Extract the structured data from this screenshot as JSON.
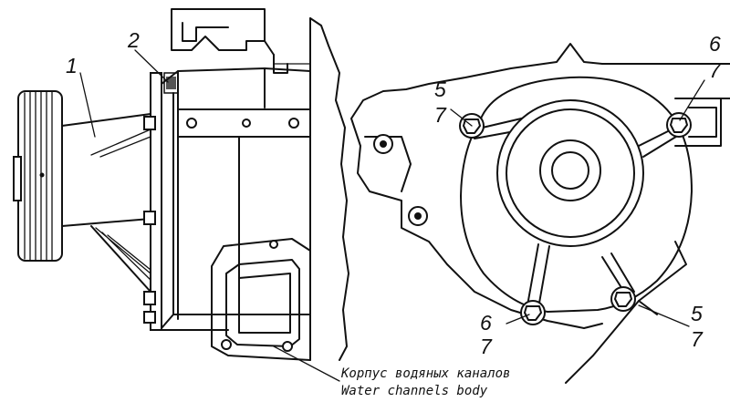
{
  "callouts": {
    "c1": "1",
    "c2": "2",
    "c5a": "5",
    "c7a": "7",
    "c6a": "6",
    "c7b": "7",
    "c6b": "6",
    "c7c": "7",
    "c5b": "5",
    "c7d": "7"
  },
  "caption": {
    "ru": "Корпус водяных каналов",
    "en": "Water channels body"
  }
}
